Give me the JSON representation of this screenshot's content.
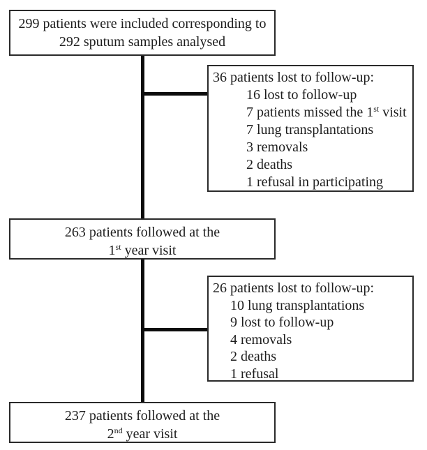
{
  "flowchart": {
    "enrollment_box": {
      "line1": "299 patients were included corresponding to",
      "line2": "292 sputum samples analysed"
    },
    "lost_followup_year1_box": {
      "heading": "36 patients lost to follow-up:",
      "item1": "16 lost to follow-up",
      "item2_pre": "7 patients missed the 1",
      "item2_sup": "st",
      "item2_post": " visit",
      "item3": "7 lung transplantations",
      "item4": "3 removals",
      "item5": "2 deaths",
      "item6": "1 refusal in participating"
    },
    "year1_visit_box": {
      "line1": "263 patients followed at the",
      "line2_pre": "1",
      "line2_sup": "st",
      "line2_post": " year visit"
    },
    "lost_followup_year2_box": {
      "heading": "26 patients lost to follow-up:",
      "item1": "10 lung transplantations",
      "item2": "9 lost to follow-up",
      "item3": "4 removals",
      "item4": "2 deaths",
      "item5": "1 refusal"
    },
    "year2_visit_box": {
      "line1": "237 patients followed at the",
      "line2_pre": "2",
      "line2_sup": "nd",
      "line2_post": " year visit"
    },
    "colors": {
      "background": "#ffffff",
      "box_border": "#2a2a2a",
      "text": "#1e1e1e",
      "connector": "#0c0c0c"
    }
  }
}
